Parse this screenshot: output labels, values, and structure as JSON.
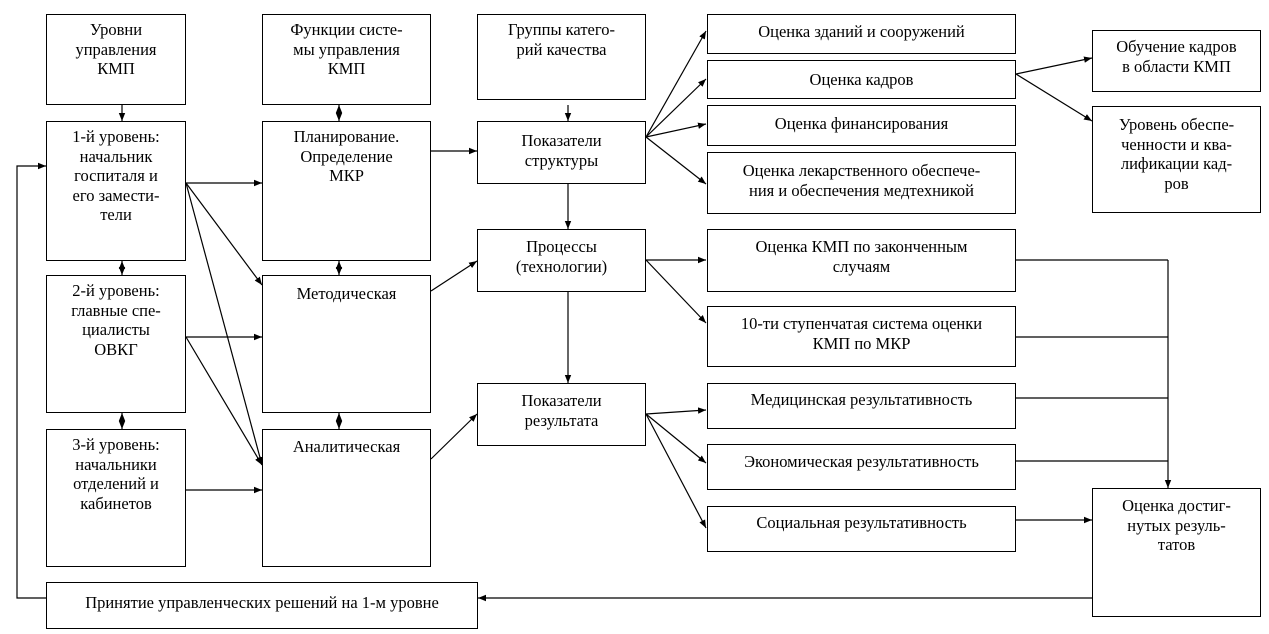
{
  "boxes": {
    "levels_header": "Уровни\nуправления\nКМП",
    "functions_header": "Функции систе-\nмы управления\nКМП",
    "groups_header": "Группы катего-\nрий качества",
    "level1": "1-й уровень:\nначальник\nгоспиталя и\nего замести-\nтели",
    "level2": "2-й уровень:\nглавные спе-\nциалисты\nОВКГ",
    "level3": "3-й уровень:\nначальники\nотделений и\nкабинетов",
    "planning": "Планирование.\nОпределение\nМКР",
    "methodical": "Методическая",
    "analytical": "Аналитическая",
    "structure": "Показатели\nструктуры",
    "processes": "Процессы\n(технологии)",
    "results": "Показатели\nрезультата",
    "buildings": "Оценка зданий и сооружений",
    "staff": "Оценка кадров",
    "financing": "Оценка финансирования",
    "drugs": "Оценка лекарственного обеспече-\nния и обеспечения медтехникой",
    "training": "Обучение кадров\nв области КМП",
    "staffing_level": "Уровень обеспе-\nченности и ква-\nлификации кад-\nров",
    "completed_cases": "Оценка КМП по законченным\nслучаям",
    "ten_step": "10-ти ступенчатая система оценки\nКМП по МКР",
    "medical_eff": "Медицинская результативность",
    "economic_eff": "Экономическая результативность",
    "social_eff": "Социальная результативность",
    "achieved": "Оценка достиг-\nнутых резуль-\nтатов",
    "decisions": "Принятие управленческих решений на 1-м уровне"
  }
}
